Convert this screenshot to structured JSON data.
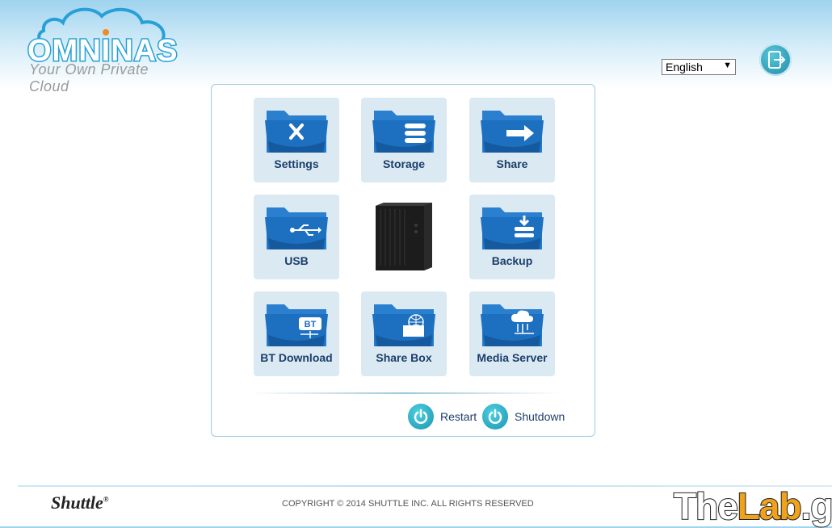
{
  "header": {
    "brand": "OMNINAS",
    "tagline": "Your Own Private Cloud",
    "language": {
      "selected": "English"
    }
  },
  "tiles": [
    {
      "label": "Settings",
      "icon": "tools-icon"
    },
    {
      "label": "Storage",
      "icon": "disks-icon"
    },
    {
      "label": "Share",
      "icon": "arrow-icon"
    },
    {
      "label": "USB",
      "icon": "usb-icon"
    },
    {
      "label": "Backup",
      "icon": "backup-icon"
    },
    {
      "label": "BT Download",
      "icon": "bt-icon",
      "badge": "BT"
    },
    {
      "label": "Share Box",
      "icon": "globe-icon"
    },
    {
      "label": "Media Server",
      "icon": "media-icon"
    }
  ],
  "power": {
    "restart_label": "Restart",
    "shutdown_label": "Shutdown"
  },
  "footer": {
    "brand": "Shuttle",
    "brand_mark": "®",
    "copyright": "COPYRIGHT © 2014 SHUTTLE INC. ALL RIGHTS RESERVED",
    "watermark_a": "The",
    "watermark_b": "Lab",
    "watermark_c": ".gr"
  },
  "colors": {
    "folder": "#1d6fbf",
    "tile_bg": "#dbe9f2",
    "label": "#1b3e6b",
    "accent": "#27a0d8"
  }
}
